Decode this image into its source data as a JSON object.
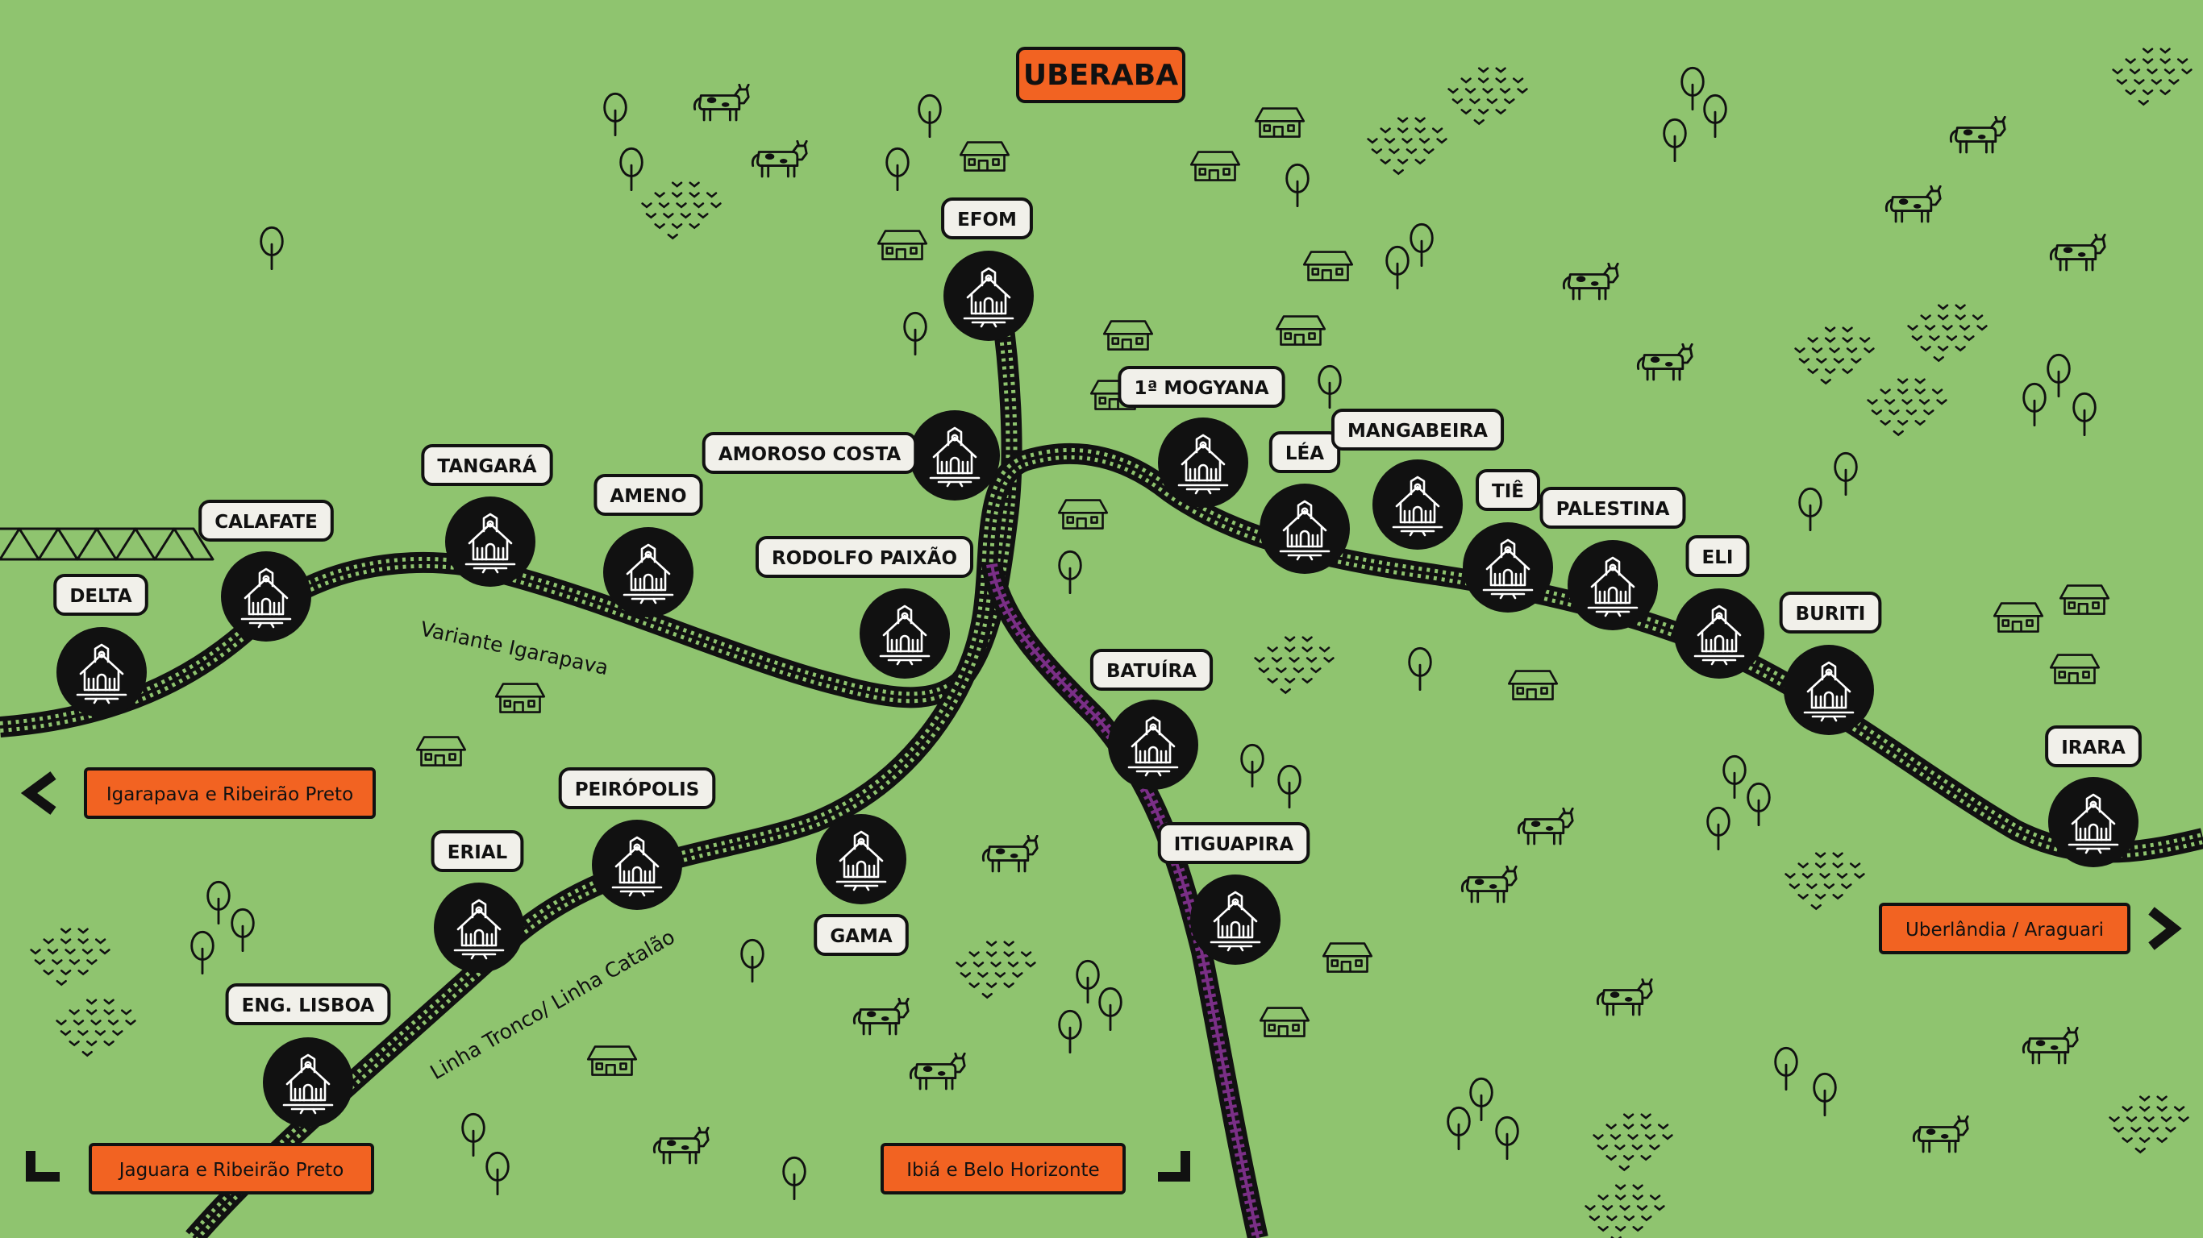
{
  "map": {
    "title": "UBERABA",
    "colors": {
      "background": "#8fc46f",
      "ink": "#111111",
      "accent": "#f26322",
      "label_fill": "#f1f0ea",
      "track_highlight": "#7a2f86"
    },
    "line_labels": {
      "variante": "Variante Igarapava",
      "tronco": "Linha Tronco/ Linha Catalão"
    },
    "stations": [
      {
        "id": "delta",
        "name": "DELTA"
      },
      {
        "id": "calafate",
        "name": "CALAFATE"
      },
      {
        "id": "tangara",
        "name": "TANGARÁ"
      },
      {
        "id": "ameno",
        "name": "AMENO"
      },
      {
        "id": "rodolfo",
        "name": "RODOLFO PAIXÃO"
      },
      {
        "id": "amoroso",
        "name": "AMOROSO COSTA"
      },
      {
        "id": "efom",
        "name": "EFOM"
      },
      {
        "id": "mogyana",
        "name": "1ª MOGYANA"
      },
      {
        "id": "lea",
        "name": "LÉA"
      },
      {
        "id": "mangabeira",
        "name": "MANGABEIRA"
      },
      {
        "id": "tie",
        "name": "TIÊ"
      },
      {
        "id": "palestina",
        "name": "PALESTINA"
      },
      {
        "id": "eli",
        "name": "ELI"
      },
      {
        "id": "buriti",
        "name": "BURITI"
      },
      {
        "id": "irara",
        "name": "IRARA"
      },
      {
        "id": "batuira",
        "name": "BATUÍRA"
      },
      {
        "id": "itiguapira",
        "name": "ITIGUAPIRA"
      },
      {
        "id": "gama",
        "name": "GAMA"
      },
      {
        "id": "peiropolis",
        "name": "PEIRÓPOLIS"
      },
      {
        "id": "erial",
        "name": "ERIAL"
      },
      {
        "id": "englisboa",
        "name": "ENG. LISBOA"
      }
    ],
    "destinations": [
      {
        "id": "igarapava",
        "label": "Igarapava e Ribeirão Preto"
      },
      {
        "id": "jaguara",
        "label": "Jaguara e Ribeirão Preto"
      },
      {
        "id": "ibia",
        "label": "Ibiá e Belo Horizonte"
      },
      {
        "id": "uberlandia",
        "label": "Uberlândia / Araguari"
      }
    ],
    "icons": [
      "station-building-icon",
      "cow-icon",
      "tree-icon",
      "house-icon",
      "grass-icon",
      "bridge-icon",
      "arrow-left-icon",
      "arrow-right-icon",
      "arrow-corner-icon"
    ]
  }
}
